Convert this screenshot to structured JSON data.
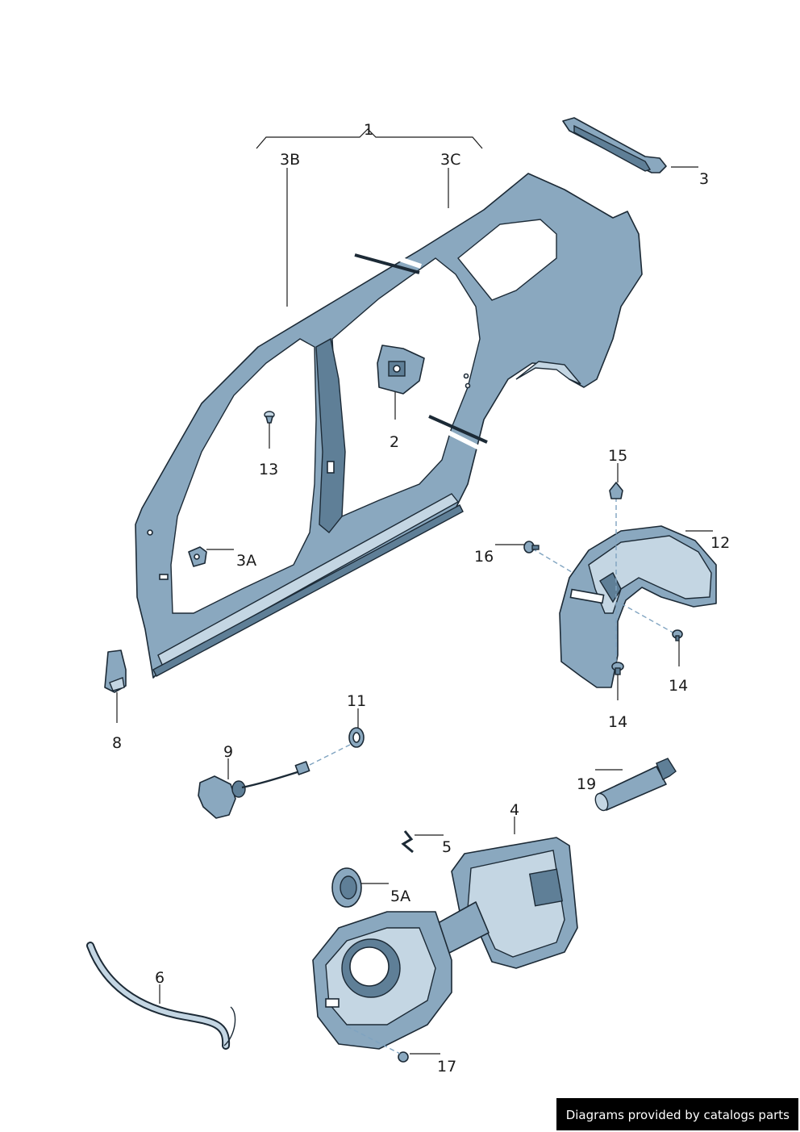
{
  "callouts": {
    "c1": "1",
    "c3B": "3B",
    "c3C": "3C",
    "c3": "3",
    "c2": "2",
    "c13": "13",
    "c3A": "3A",
    "c15": "15",
    "c12": "12",
    "c16": "16",
    "c14a": "14",
    "c14b": "14",
    "c8": "8",
    "c11": "11",
    "c9": "9",
    "c19": "19",
    "c4": "4",
    "c5": "5",
    "c5A": "5A",
    "c6": "6",
    "c17": "17"
  },
  "credit": "Diagrams provided by catalogs parts",
  "colors": {
    "part_fill": "#8aa8bf",
    "part_dark": "#5f7f97",
    "part_light": "#c4d6e3",
    "outline": "#1c2a36",
    "axis_line": "#7fa3c0",
    "credit_bg": "#000000"
  },
  "icons": [
    "side-panel-illustration",
    "wheel-housing-liner-illustration",
    "fuel-filler-flap-illustration"
  ]
}
